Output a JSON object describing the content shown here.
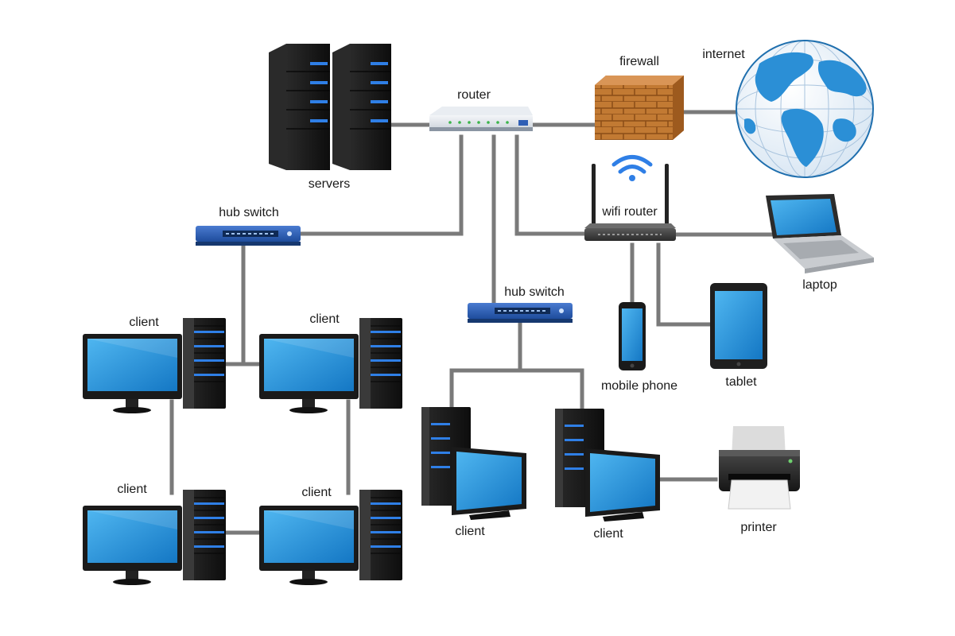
{
  "labels": {
    "servers": "servers",
    "router": "router",
    "firewall": "firewall",
    "internet": "internet",
    "hub_switch_left": "hub switch",
    "hub_switch_center": "hub switch",
    "wifi_router": "wifi router",
    "laptop": "laptop",
    "mobile_phone": "mobile phone",
    "tablet": "tablet",
    "printer": "printer",
    "client_1": "client",
    "client_2": "client",
    "client_3": "client",
    "client_4": "client",
    "client_5": "client",
    "client_6": "client"
  },
  "colors": {
    "screen_blue": "#1f8fd9",
    "tower_black": "#1c1c1c",
    "led_blue": "#2f7fe6",
    "wire_gray": "#7a7a7a",
    "firewall_brick": "#b5651d",
    "globe_ocean": "#2b8fd6",
    "switch_blue": "#2f5fb5"
  },
  "icons": {
    "servers": "server-rack-icon",
    "router": "router-icon",
    "firewall": "firewall-icon",
    "internet": "globe-icon",
    "hub_switch": "network-switch-icon",
    "wifi_router": "wifi-router-icon",
    "laptop": "laptop-icon",
    "mobile_phone": "smartphone-icon",
    "tablet": "tablet-icon",
    "printer": "printer-icon",
    "client": "desktop-computer-icon"
  }
}
